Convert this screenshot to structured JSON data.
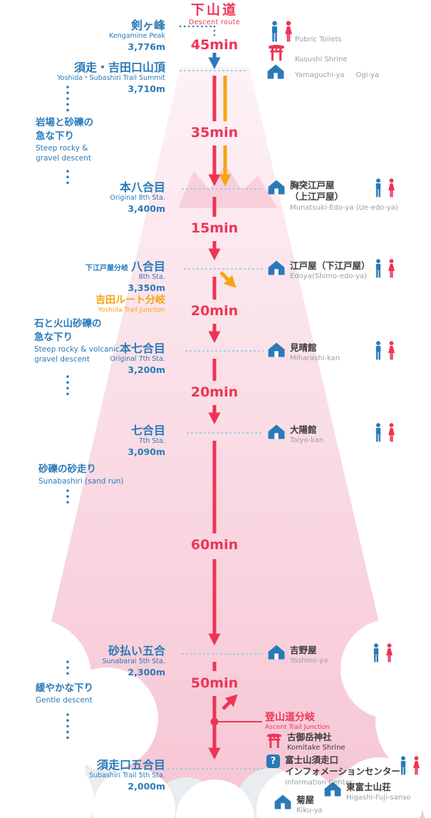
{
  "colors": {
    "red": "#ee3456",
    "orange": "#f7a410",
    "blue": "#2a7ab8",
    "lightblue": "#90c6e4",
    "grey": "#9a9fa3",
    "dark": "#3b3b3b",
    "pink_top": "#fdf2f6",
    "pink_bottom": "#f6c5d3",
    "pink_inner": "#f8d0dc",
    "cloud_grey": "#e9edf0"
  },
  "title": {
    "jp": "下山道",
    "en": "Descent route"
  },
  "legend": {
    "toilets_label": "Pubric Toilets",
    "shrine_label": "Kusushi Shrine",
    "hut_label_1": "Yamaguchi-ya",
    "hut_label_2": "Ogi-ya"
  },
  "stations": {
    "kengamine": {
      "jp": "剣ヶ峰",
      "en": "Kengamine Peak",
      "elev": "3,776m"
    },
    "summit": {
      "jp": "須走・吉田口山頂",
      "en": "Yoshida・Subashiri Trail Summit",
      "elev": "3,710m"
    },
    "sta8_hon": {
      "jp": "本八合目",
      "en": "Original 8th Sta.",
      "elev": "3,400m"
    },
    "sta8": {
      "branch": "下江戸屋分岐",
      "jp": "八合目",
      "en": "8th Sta.",
      "elev": "3,350m"
    },
    "sta7_hon": {
      "jp": "本七合目",
      "en": "Original 7th Sta.",
      "elev": "3,200m"
    },
    "sta7": {
      "jp": "七合目",
      "en": "7th Sta.",
      "elev": "3,090m"
    },
    "sta5_sunabarai": {
      "jp": "砂払い五合",
      "en": "Sunabarai 5th Sta.",
      "elev": "2,300m"
    },
    "sta5_subashiri": {
      "jp": "須走口五合目",
      "en": "Subashiri Trail 5th Sta.",
      "elev": "2,000m"
    }
  },
  "times": {
    "summit_descent": "45min",
    "summit_to_8th": "35min",
    "to_8th": "15min",
    "to_hon7": "20min",
    "to_7th": "20min",
    "to_sunabarai": "60min",
    "to_junction": "50min"
  },
  "junctions": {
    "yoshida_jp": "吉田ルート分岐",
    "yoshida_en": "Yoshida Trail Junction",
    "ascent_jp": "登山道分岐",
    "ascent_en": "Ascent Trail Junction"
  },
  "terrain": {
    "rocky1_jp1": "岩場と砂礫の",
    "rocky1_jp2": "急な下り",
    "rocky1_en1": "Steep rocky &",
    "rocky1_en2": "gravel descent",
    "rocky2_jp1": "石と火山砂礫の",
    "rocky2_jp2": "急な下り",
    "rocky2_en1": "Steep rocky & volcanic",
    "rocky2_en2": "gravel descent",
    "sand_jp": "砂礫の砂走り",
    "sand_en": "Sunabashiri (sand run)",
    "gentle_jp": "緩やかな下り",
    "gentle_en": "Gentle descent"
  },
  "huts": {
    "munatsuki": {
      "jp1": "胸突江戸屋",
      "jp2": "（上江戸屋）",
      "en": "Munatsuki-Edo-ya (Ue-edo-ya)"
    },
    "edoya": {
      "jp": "江戸屋（下江戸屋）",
      "en": "Edoya(Shimo-edo-ya)"
    },
    "miharashi": {
      "jp": "見晴館",
      "en": "Miharashi-kan"
    },
    "taiyo": {
      "jp": "大陽館",
      "en": "Taiyo-kan"
    },
    "yoshino": {
      "jp": "吉野屋",
      "en": "Yoshino-ya"
    },
    "komitake": {
      "jp": "古御岳神社",
      "en": "Komitake Shrine"
    },
    "info": {
      "jp1": "富士山須走口",
      "jp2": "インフォメーションセンター",
      "en": "Information Center"
    },
    "kikuya": {
      "jp": "菊屋",
      "en": "Kiku-ya"
    },
    "higashifuji": {
      "jp": "東富士山荘",
      "en": "Higashi-Fuji-sanso"
    }
  },
  "icons": {
    "question_glyph": "?"
  }
}
